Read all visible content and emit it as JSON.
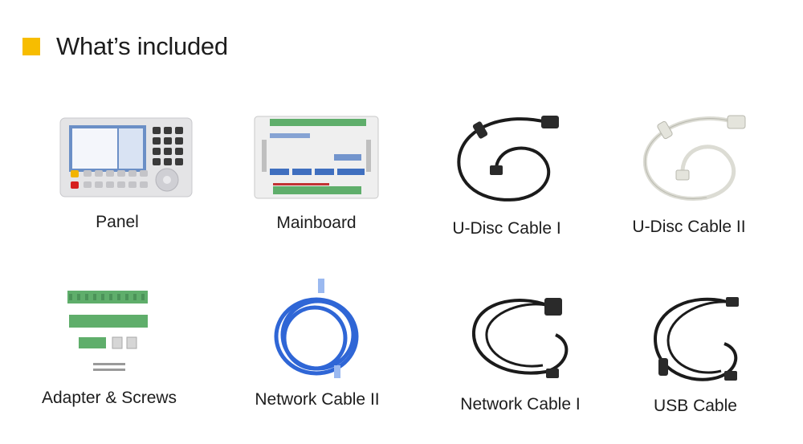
{
  "header": {
    "title": "What’s included"
  },
  "items": [
    {
      "id": "panel",
      "label": "Panel"
    },
    {
      "id": "mainboard",
      "label": "Mainboard"
    },
    {
      "id": "udisc1",
      "label": "U-Disc Cable I"
    },
    {
      "id": "udisc2",
      "label": "U-Disc Cable II"
    },
    {
      "id": "adapter",
      "label": "Adapter & Screws"
    },
    {
      "id": "network2",
      "label": "Network Cable II"
    },
    {
      "id": "network1",
      "label": "Network Cable I"
    },
    {
      "id": "usb",
      "label": "USB Cable"
    }
  ],
  "colors": {
    "accent": "#f7bd00",
    "terminal_green": "#5fae6b",
    "blue_cable": "#2f66d6",
    "black_cable": "#1b1b1b",
    "white_cable": "#dcdcd4"
  }
}
